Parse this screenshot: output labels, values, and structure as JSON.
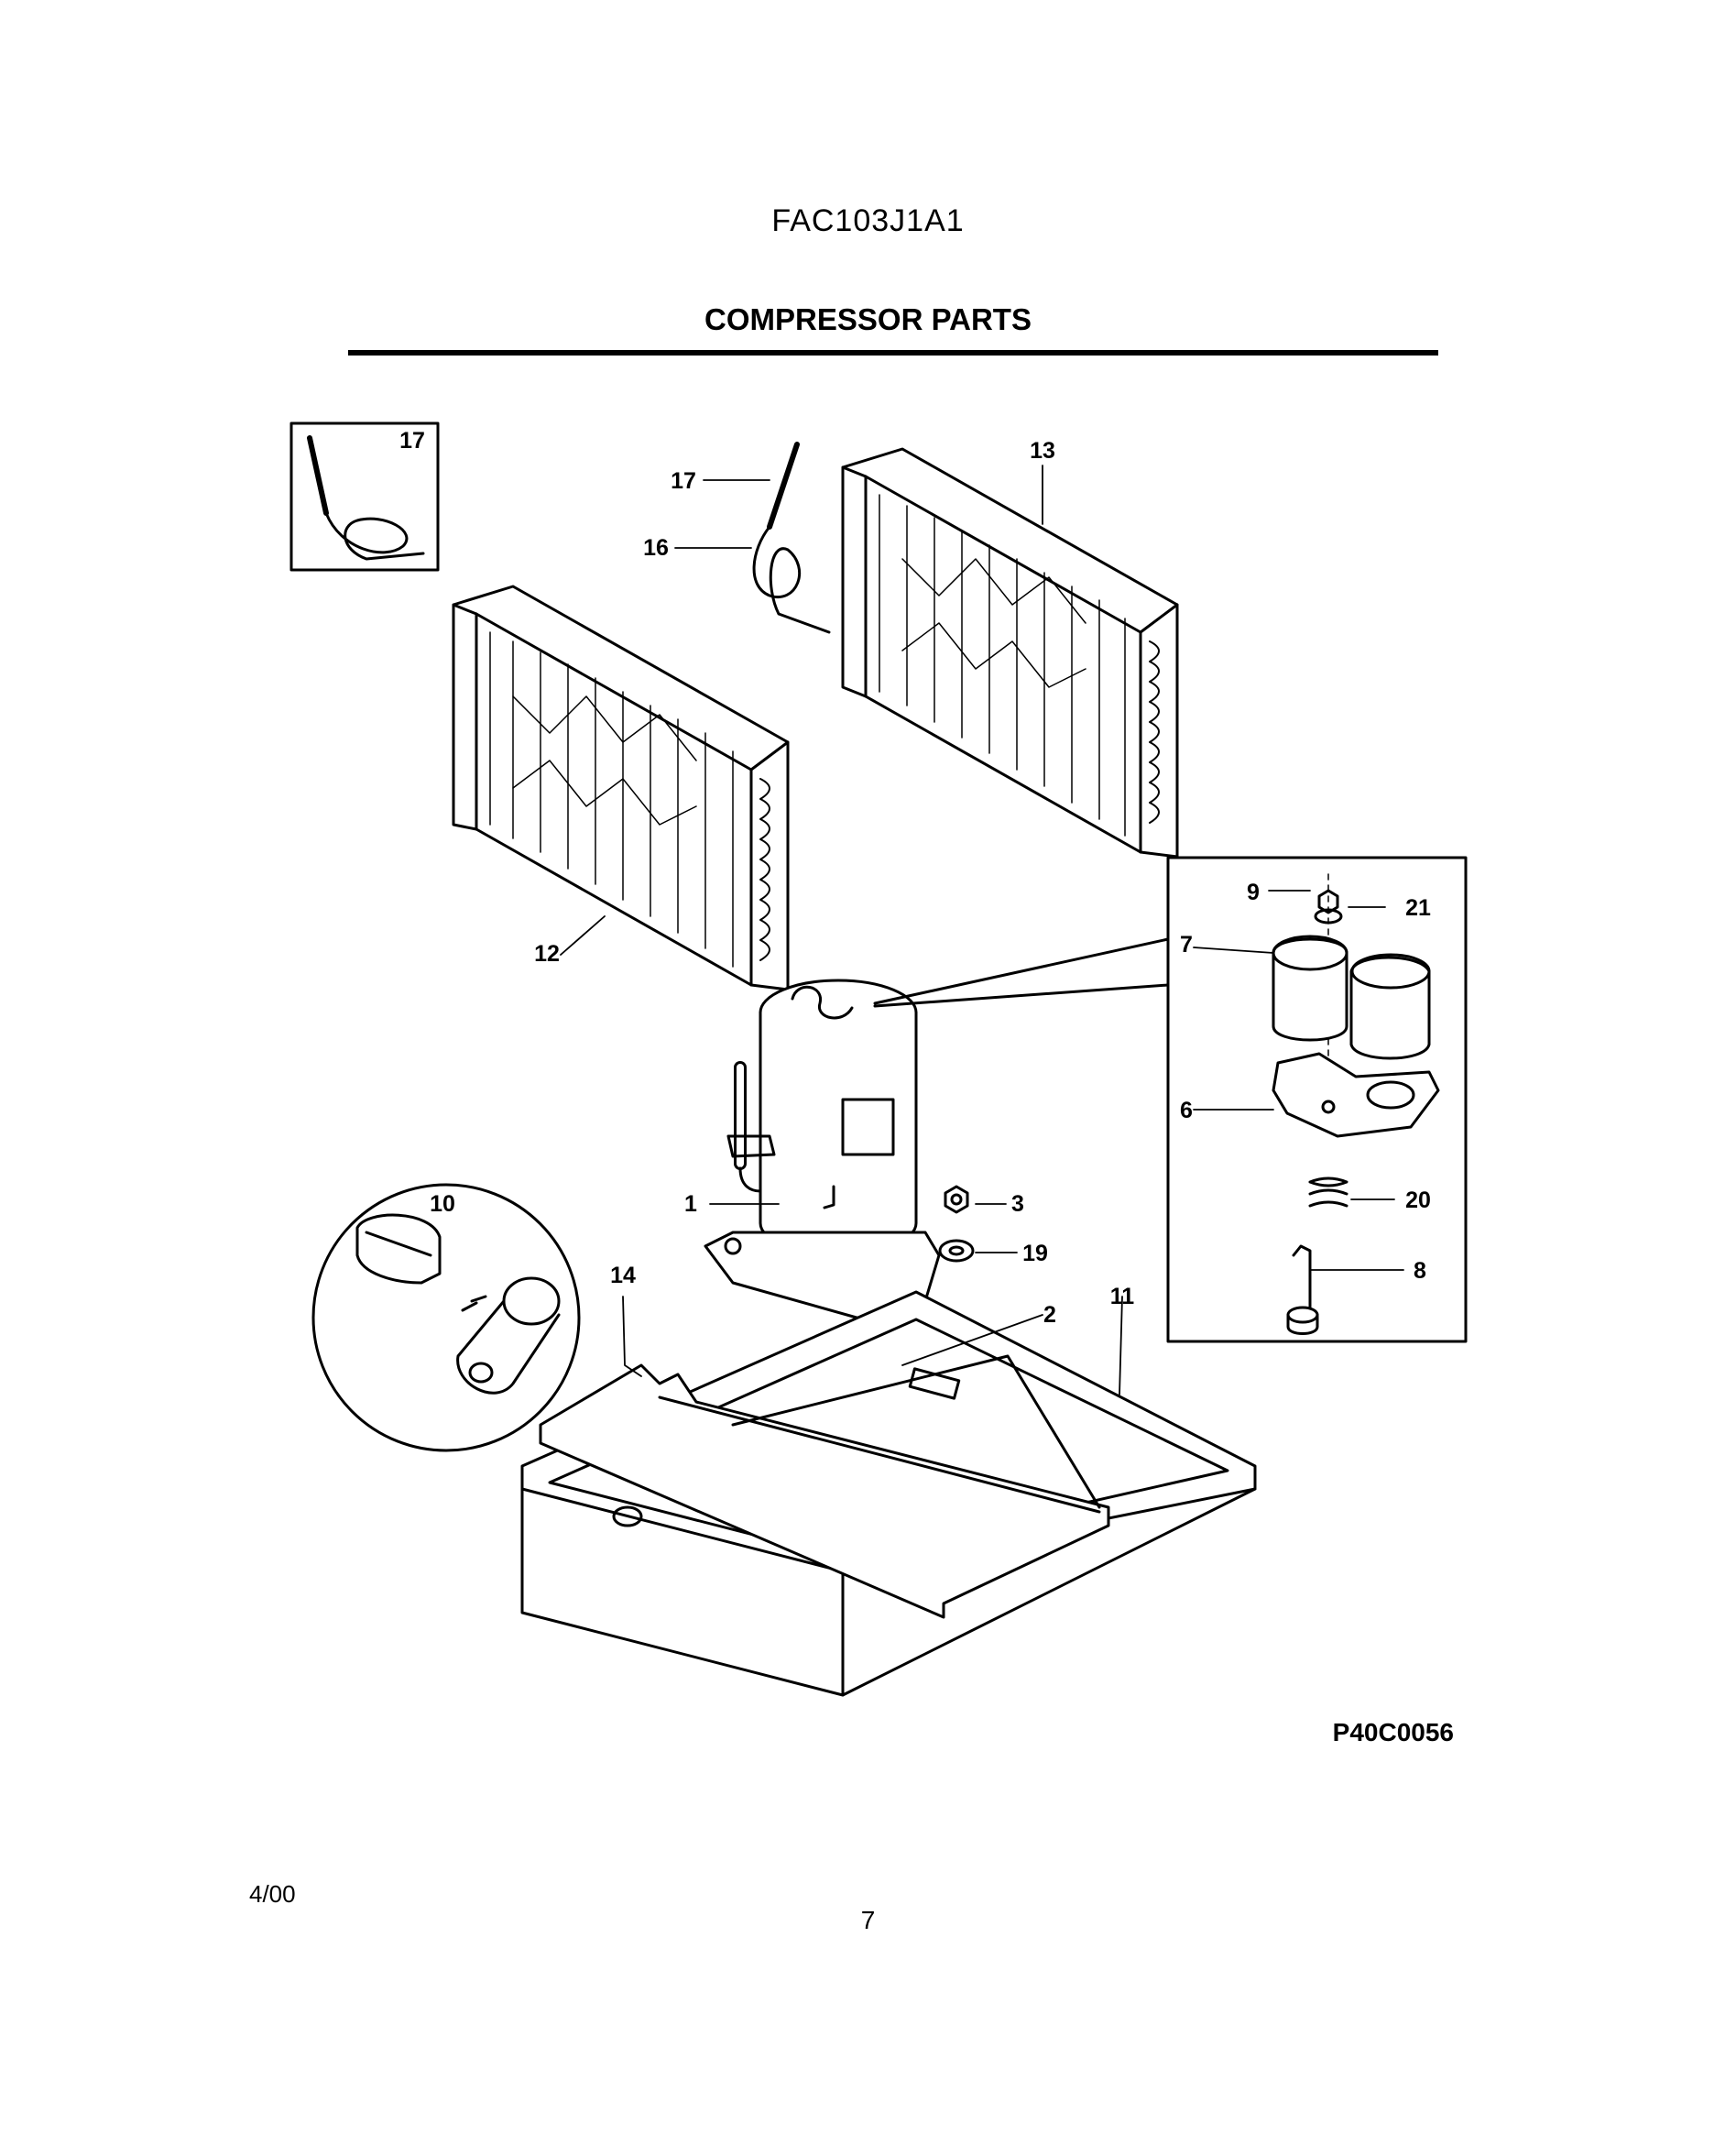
{
  "header": {
    "model": "FAC103J1A1",
    "title": "COMPRESSOR PARTS"
  },
  "diagram": {
    "callouts": [
      "1",
      "2",
      "3",
      "6",
      "7",
      "8",
      "9",
      "10",
      "11",
      "12",
      "13",
      "14",
      "16",
      "17",
      "17",
      "19",
      "20",
      "21"
    ]
  },
  "footer": {
    "figure_code": "P40C0056",
    "date": "4/00",
    "page_number": "7"
  }
}
